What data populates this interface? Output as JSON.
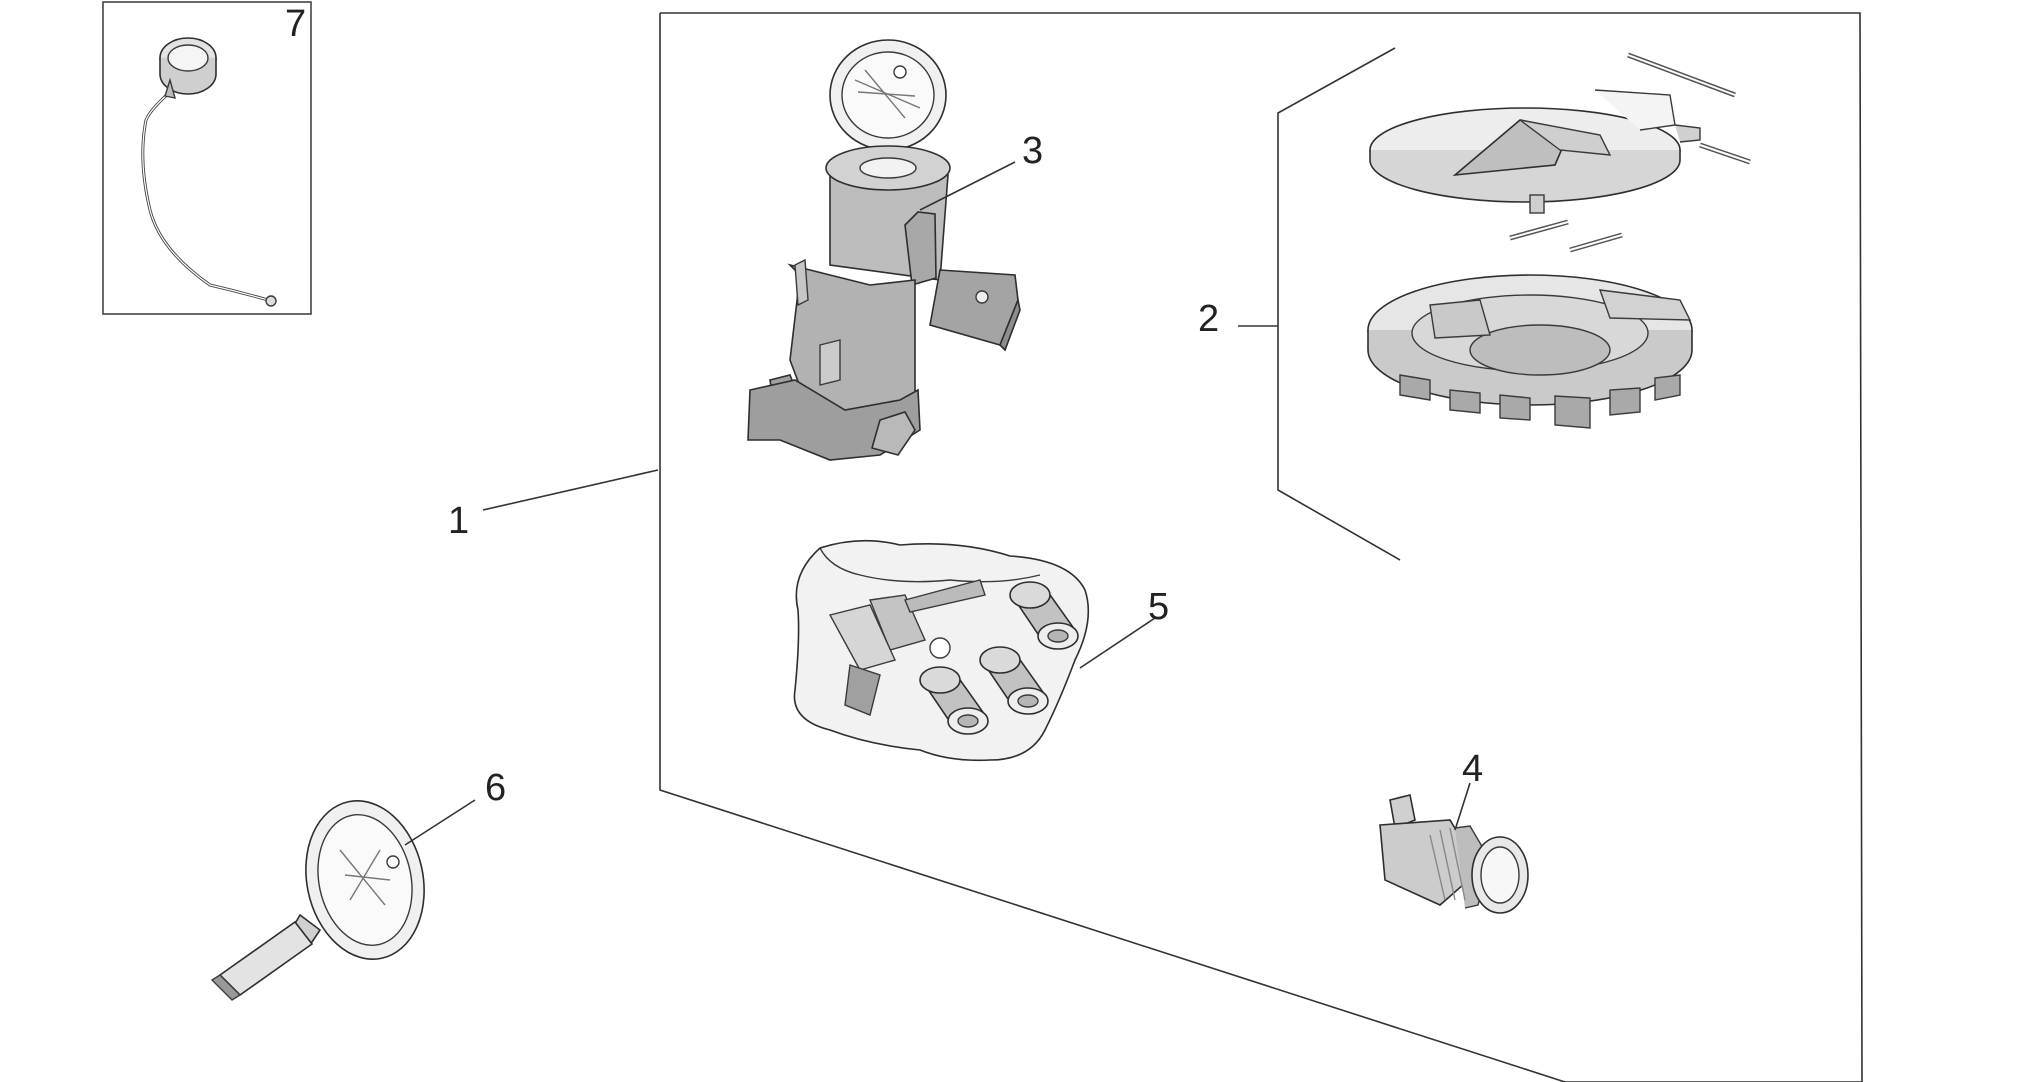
{
  "diagram": {
    "callouts": {
      "c1": "1",
      "c2": "2",
      "c3": "3",
      "c4": "4",
      "c5": "5",
      "c6": "6",
      "c7": "7"
    },
    "colors": {
      "line": "#333333",
      "fill_light": "#ececec",
      "fill_mid": "#cfcfcf",
      "fill_dark": "#9a9a9a"
    }
  }
}
